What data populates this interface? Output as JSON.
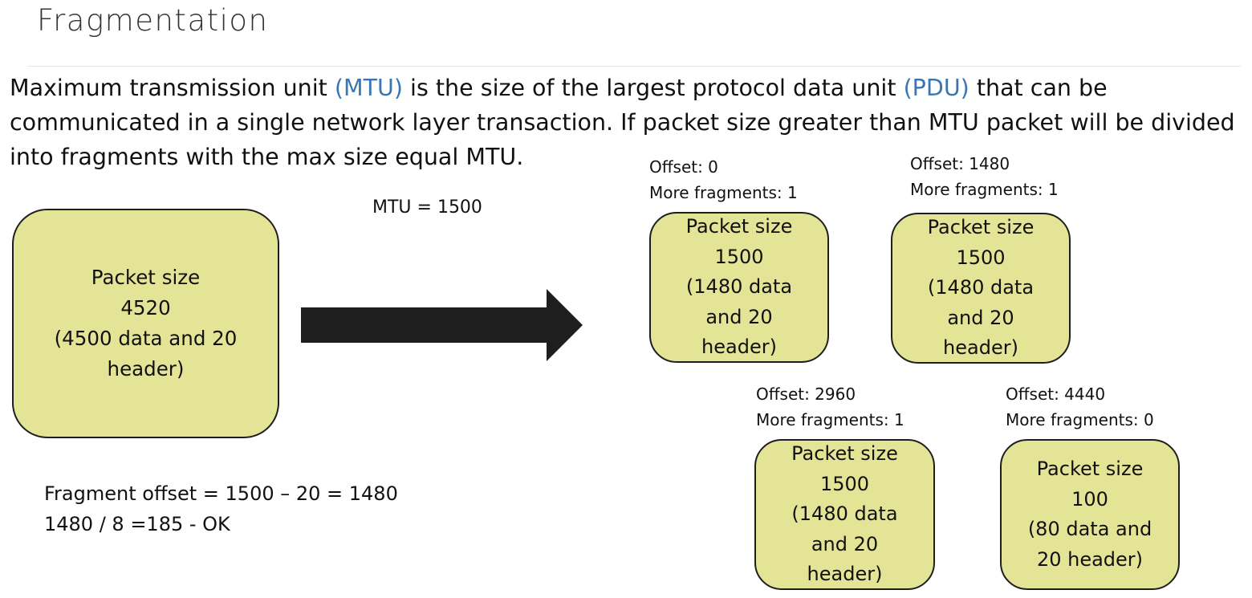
{
  "slide": {
    "title": "Fragmentation",
    "intro": {
      "line1_a": "Maximum transmission unit ",
      "line1_b": "(MTU)",
      "line1_c": " is the size of the largest protocol data unit ",
      "line1_d": "(PDU)",
      "line1_e": " that can be",
      "line2": "communicated in a single network layer transaction. If packet size greater than MTU packet will be divided",
      "line3": "into fragments with the max size equal MTU."
    },
    "mtu_label": "MTU = 1500",
    "original_packet": {
      "lines": [
        "Packet size",
        "4520",
        "(4500 data and 20",
        "header)"
      ]
    },
    "fragments": [
      {
        "offset": "Offset: 0",
        "more": "More fragments: 1",
        "lines": [
          "Packet size",
          "1500",
          "(1480 data",
          "and 20",
          "header)"
        ]
      },
      {
        "offset": "Offset: 1480",
        "more": "More fragments: 1",
        "lines": [
          "Packet size",
          "1500",
          "(1480 data",
          "and 20",
          "header)"
        ]
      },
      {
        "offset": "Offset: 2960",
        "more": "More fragments: 1",
        "lines": [
          "Packet size",
          "1500",
          "(1480 data",
          "and 20",
          "header)"
        ]
      },
      {
        "offset": "Offset: 4440",
        "more": "More fragments: 0",
        "lines": [
          "Packet size",
          "100",
          "(80 data and",
          "20 header)"
        ]
      }
    ],
    "calc": {
      "line1": "Fragment offset = 1500 – 20 = 1480",
      "line2": "1480 / 8 =185 - OK"
    },
    "colors": {
      "box_fill": "#e4e497",
      "highlight": "#3a76b4",
      "arrow": "#1e1e1e"
    }
  }
}
